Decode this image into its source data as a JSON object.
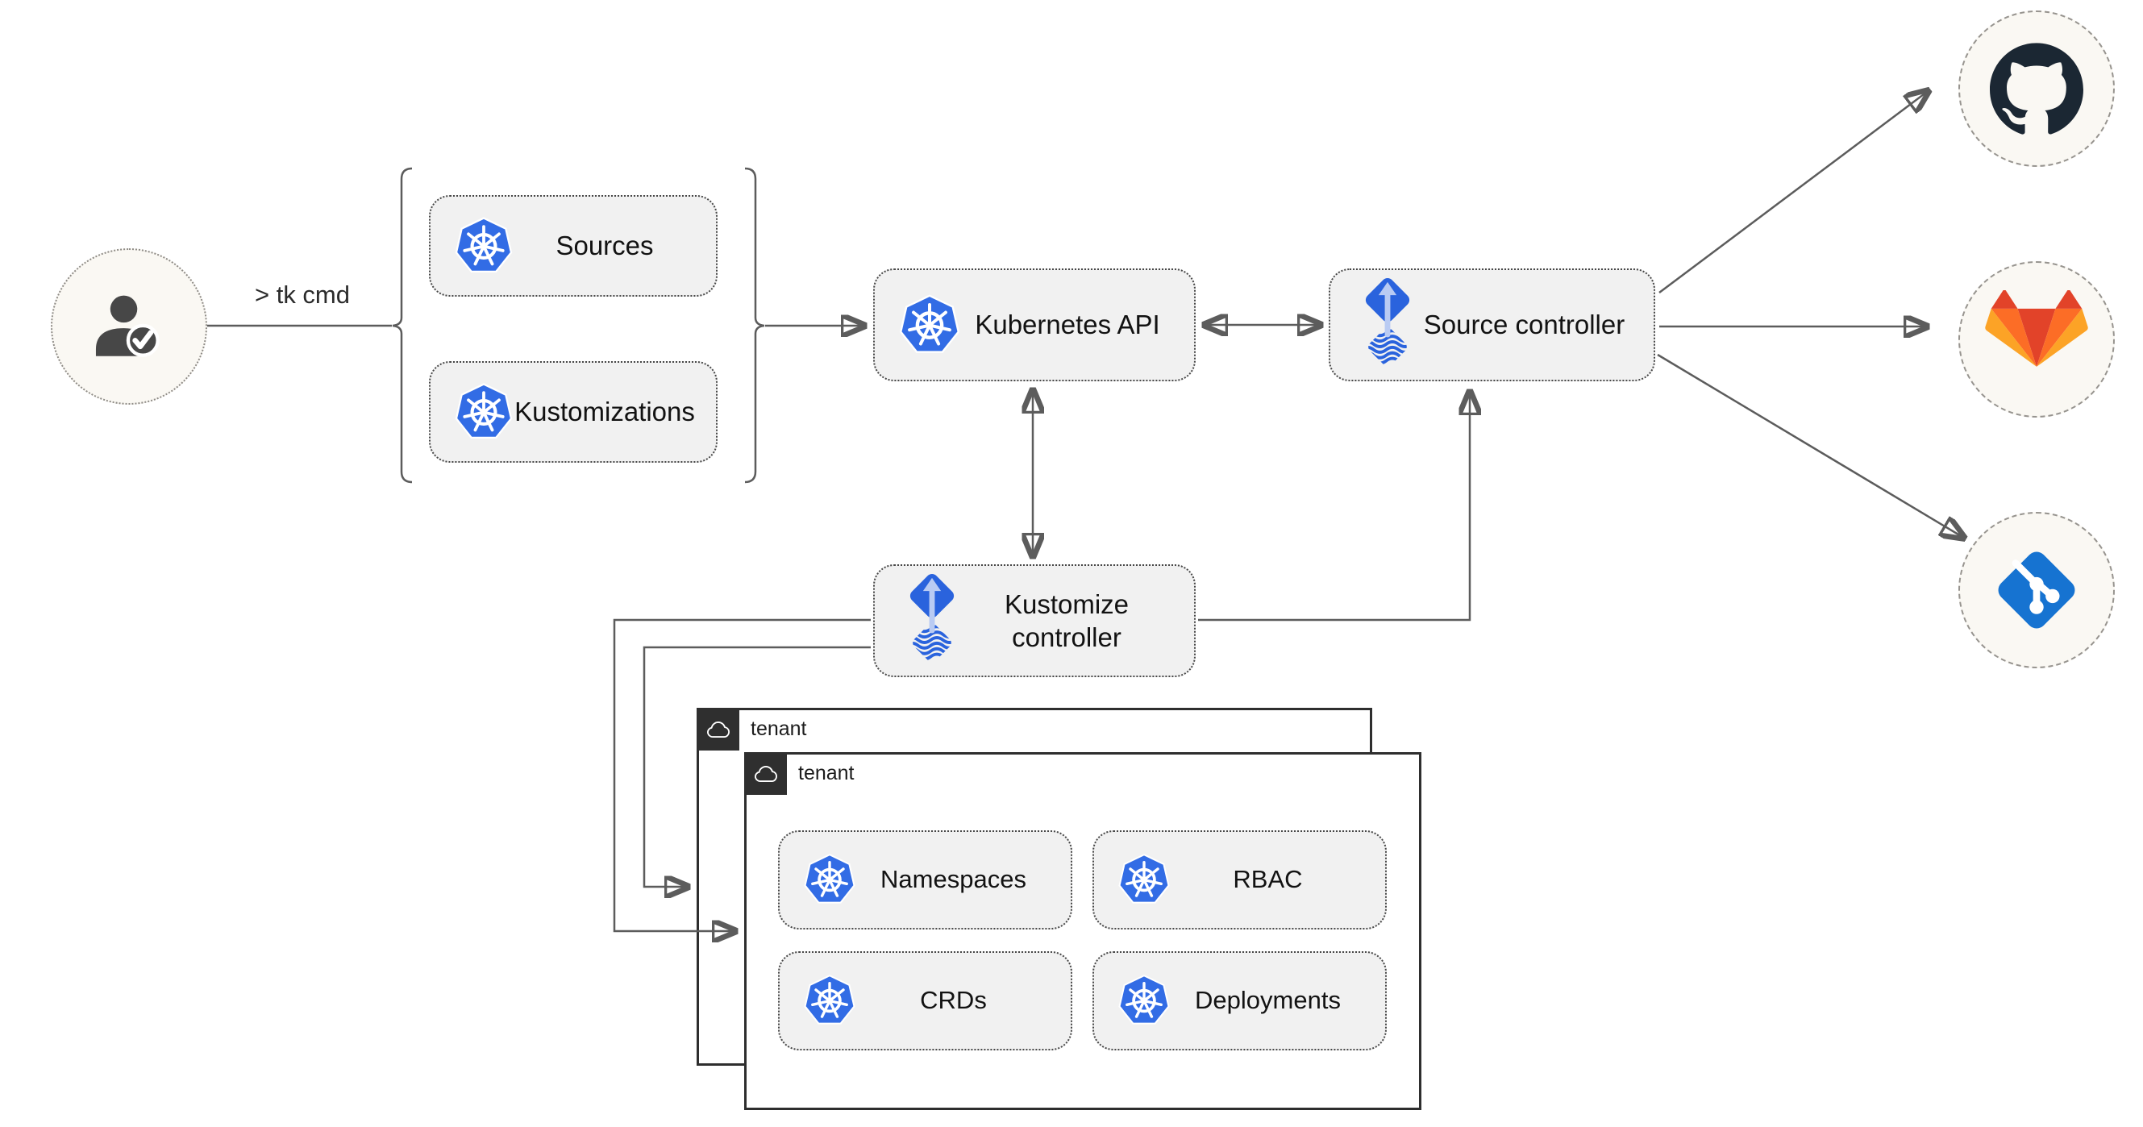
{
  "diagram": {
    "user": {
      "command": "> tk cmd"
    },
    "crd_group": {
      "sources_label": "Sources",
      "kustomizations_label": "Kustomizations"
    },
    "cluster": {
      "kubernetes_api_label": "Kubernetes API",
      "source_controller_label": "Source controller",
      "kustomize_controller_label": "Kustomize controller"
    },
    "remotes": [
      {
        "icon": "github-icon"
      },
      {
        "icon": "gitlab-icon"
      },
      {
        "icon": "git-icon"
      }
    ],
    "tenants": {
      "back": {
        "label": "tenant"
      },
      "front": {
        "label": "tenant",
        "resources": [
          "Namespaces",
          "RBAC",
          "CRDs",
          "Deployments"
        ]
      }
    },
    "colors": {
      "kubernetes_blue": "#326ce5",
      "flux_blue": "#2a63dd",
      "flux_light_arrow": "#b9cbf3",
      "github_dark": "#1b2733",
      "gitlab_red": "#e24329",
      "gitlab_orange": "#fc6d26",
      "gitlab_light_orange": "#fca326",
      "git_blue": "#1673d1",
      "arrow_gray": "#5c5c5c",
      "node_fill": "#f1f1f1",
      "circle_fill": "#faf8f3",
      "tenant_border": "#2e2e2e"
    }
  }
}
